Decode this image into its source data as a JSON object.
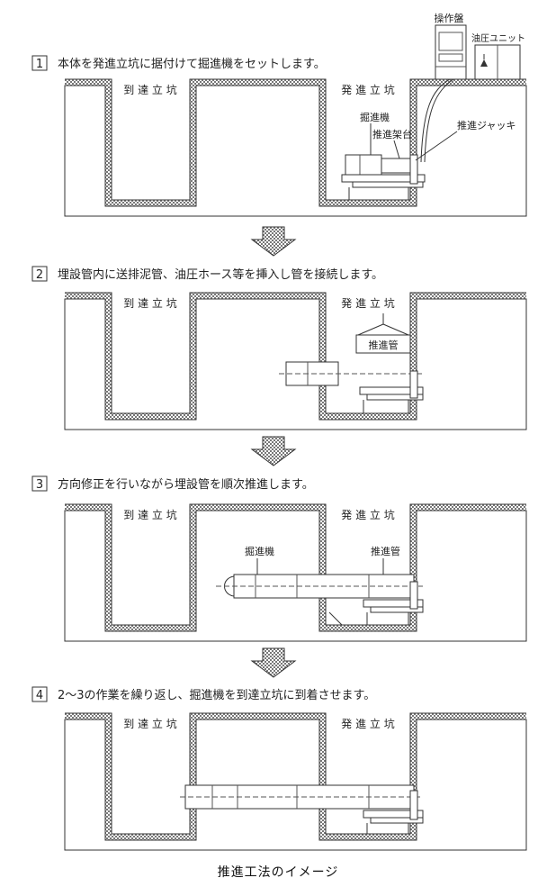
{
  "steps": [
    {
      "number": "1",
      "text": "本体を発進立坑に据付けて掘進機をセットします。",
      "arrival": "到 達 立 坑",
      "launch": "発 進 立 坑",
      "labels": {
        "control_panel": "操作盤",
        "hydraulic_unit": "油圧ユニット",
        "machine": "掘進機",
        "frame": "推進架台",
        "jack": "推進ジャッキ"
      }
    },
    {
      "number": "2",
      "text": "埋設管内に送排泥管、油圧ホース等を挿入し管を接続します。",
      "arrival": "到 達 立 坑",
      "launch": "発 進 立 坑",
      "labels": {
        "pipe": "推進管"
      }
    },
    {
      "number": "3",
      "text": "方向修正を行いながら埋設管を順次推進します。",
      "arrival": "到 達 立 坑",
      "launch": "発 進 立 坑",
      "labels": {
        "machine": "掘進機",
        "pipe": "推進管"
      }
    },
    {
      "number": "4",
      "text": "2～3の作業を繰り返し、掘進機を到達立坑に到着させます。",
      "arrival": "到 達 立 坑",
      "launch": "発 進 立 坑",
      "labels": {}
    }
  ],
  "caption": "推進工法のイメージ"
}
